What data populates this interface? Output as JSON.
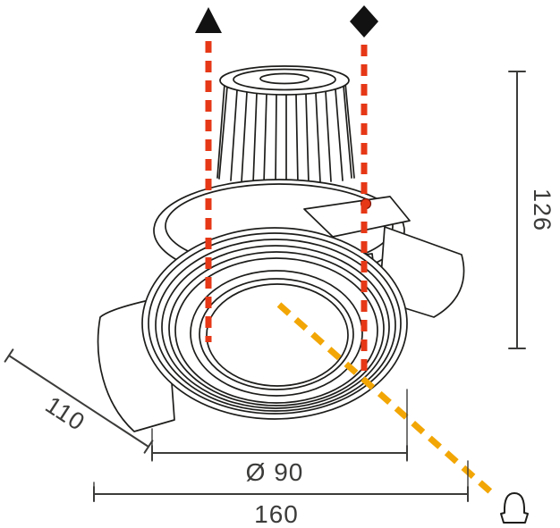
{
  "labels": {
    "height": "126",
    "cutout_width": "110",
    "diameter": "Ø 90",
    "overall_width": "160"
  },
  "colors": {
    "background": "#ffffff",
    "line_art": "#1d1d1b",
    "dimension": "#3c3c3b",
    "red_dashed": "#e63817",
    "orange_dashed": "#f2a605",
    "marker_black": "#121212",
    "screw_dot": "#e63817"
  },
  "icons": {
    "triangle_marker": "▲",
    "diamond_marker": "◆",
    "lamp_marker": "recessed-lamp-outline"
  }
}
